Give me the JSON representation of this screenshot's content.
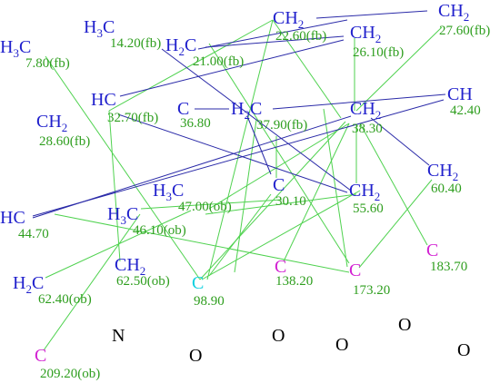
{
  "colors": {
    "atom_blue": "#1f1fcc",
    "shift_green": "#2e9e1e",
    "edge_green": "#4fd24f",
    "edge_blue": "#2a2aa8",
    "carbon_magenta": "#d21fd2",
    "carbon_cyan": "#10d0e0",
    "hetero_black": "#000000"
  },
  "atoms": [
    {
      "id": "a1",
      "label": "H3C",
      "color": "atom_blue"
    },
    {
      "id": "a2",
      "label": "H3C",
      "color": "atom_blue"
    },
    {
      "id": "a3",
      "label": "H2C",
      "color": "atom_blue"
    },
    {
      "id": "a4",
      "label": "CH2",
      "color": "atom_blue"
    },
    {
      "id": "a5",
      "label": "CH2",
      "color": "atom_blue"
    },
    {
      "id": "a6",
      "label": "CH2",
      "color": "atom_blue"
    },
    {
      "id": "a7",
      "label": "HC",
      "color": "atom_blue"
    },
    {
      "id": "a8",
      "label": "C",
      "color": "atom_blue"
    },
    {
      "id": "a9",
      "label": "H2C",
      "color": "atom_blue"
    },
    {
      "id": "a10",
      "label": "CH2",
      "color": "atom_blue"
    },
    {
      "id": "a11",
      "label": "CH",
      "color": "atom_blue"
    },
    {
      "id": "a12",
      "label": "CH2",
      "color": "atom_blue"
    },
    {
      "id": "a13",
      "label": "CH2",
      "color": "atom_blue"
    },
    {
      "id": "a14",
      "label": "H3C",
      "color": "atom_blue"
    },
    {
      "id": "a15",
      "label": "C",
      "color": "atom_blue"
    },
    {
      "id": "a16",
      "label": "H3C",
      "color": "atom_blue"
    },
    {
      "id": "a17",
      "label": "CH2",
      "color": "atom_blue"
    },
    {
      "id": "a18",
      "label": "HC",
      "color": "atom_blue"
    },
    {
      "id": "a19",
      "label": "H2C",
      "color": "atom_blue"
    },
    {
      "id": "a20",
      "label": "CH2",
      "color": "atom_blue"
    },
    {
      "id": "a21",
      "label": "C",
      "color": "carbon_cyan"
    },
    {
      "id": "a22",
      "label": "C",
      "color": "carbon_magenta"
    },
    {
      "id": "a23",
      "label": "C",
      "color": "carbon_magenta"
    },
    {
      "id": "a24",
      "label": "C",
      "color": "carbon_magenta"
    },
    {
      "id": "a25",
      "label": "C",
      "color": "carbon_magenta"
    },
    {
      "id": "a26",
      "label": "N",
      "color": "hetero_black"
    },
    {
      "id": "a27",
      "label": "O",
      "color": "hetero_black"
    },
    {
      "id": "a28",
      "label": "O",
      "color": "hetero_black"
    },
    {
      "id": "a29",
      "label": "O",
      "color": "hetero_black"
    },
    {
      "id": "a30",
      "label": "O",
      "color": "hetero_black"
    },
    {
      "id": "a31",
      "label": "O",
      "color": "hetero_black"
    }
  ],
  "shifts": [
    {
      "id": "s1",
      "label": "7.80(fb)"
    },
    {
      "id": "s2",
      "label": "14.20(fb)"
    },
    {
      "id": "s3",
      "label": "21.00(fb)"
    },
    {
      "id": "s4",
      "label": "22.60(fb)"
    },
    {
      "id": "s5",
      "label": "26.10(fb)"
    },
    {
      "id": "s6",
      "label": "27.60(fb)"
    },
    {
      "id": "s7",
      "label": "32.70(fb)"
    },
    {
      "id": "s8",
      "label": "36.80"
    },
    {
      "id": "s9",
      "label": "37.90(fb)"
    },
    {
      "id": "s10",
      "label": "38.30"
    },
    {
      "id": "s11",
      "label": "42.40"
    },
    {
      "id": "s12",
      "label": "28.60(fb)"
    },
    {
      "id": "s13",
      "label": "60.40"
    },
    {
      "id": "s14",
      "label": "47.00(ob)"
    },
    {
      "id": "s15",
      "label": "30.10"
    },
    {
      "id": "s16",
      "label": "55.60"
    },
    {
      "id": "s17",
      "label": "46.10(ob)"
    },
    {
      "id": "s18",
      "label": "44.70"
    },
    {
      "id": "s19",
      "label": "62.50(ob)"
    },
    {
      "id": "s20",
      "label": "62.40(ob)"
    },
    {
      "id": "s21",
      "label": "98.90"
    },
    {
      "id": "s22",
      "label": "138.20"
    },
    {
      "id": "s23",
      "label": "173.20"
    },
    {
      "id": "s24",
      "label": "183.70"
    },
    {
      "id": "s25",
      "label": "209.20(ob)"
    }
  ]
}
